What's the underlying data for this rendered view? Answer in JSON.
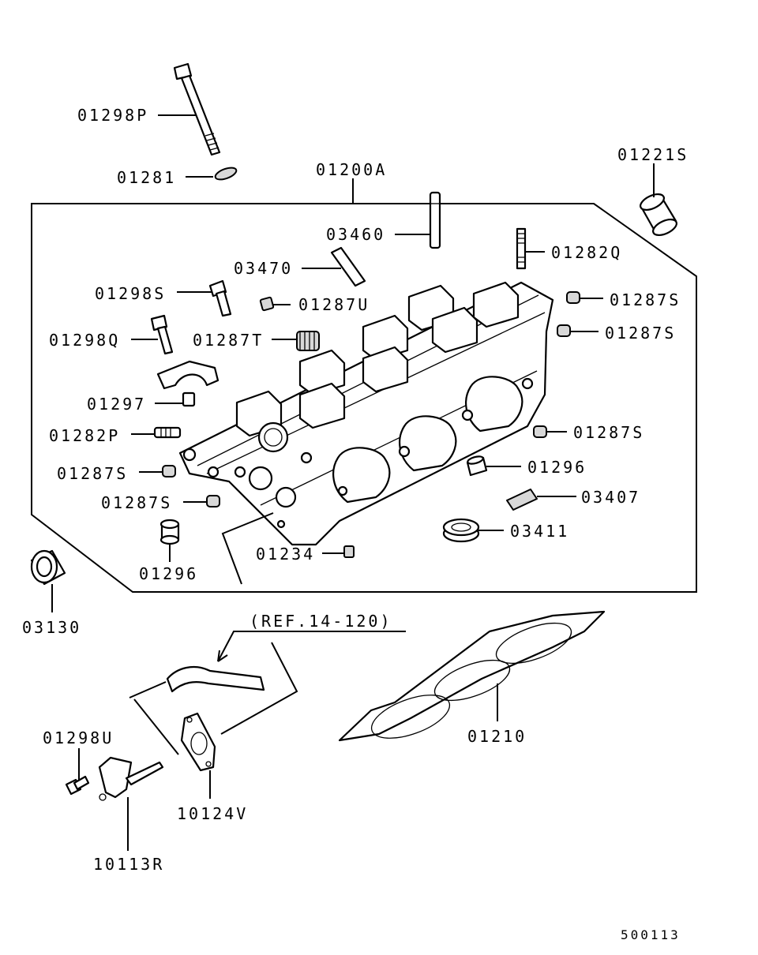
{
  "labels": {
    "p01298P": "01298P",
    "p01281": "01281",
    "p01200A": "01200A",
    "p01221S": "01221S",
    "p03460": "03460",
    "p01282Q": "01282Q",
    "p03470": "03470",
    "p01298S": "01298S",
    "p01287U": "01287U",
    "p01287S_a": "01287S",
    "p01287S_b": "01287S",
    "p01298Q": "01298Q",
    "p01287T": "01287T",
    "p01297": "01297",
    "p01282P": "01282P",
    "p01287S_c": "01287S",
    "p01296_a": "01296",
    "p01287S_d": "01287S",
    "p03407": "03407",
    "p01287S_e": "01287S",
    "p03411": "03411",
    "p01234": "01234",
    "p01296_b": "01296",
    "p03130": "03130",
    "ref": "(REF.14-120)",
    "p01210": "01210",
    "p01298U": "01298U",
    "p10124V": "10124V",
    "p10113R": "10113R",
    "diagram_no": "500113"
  }
}
